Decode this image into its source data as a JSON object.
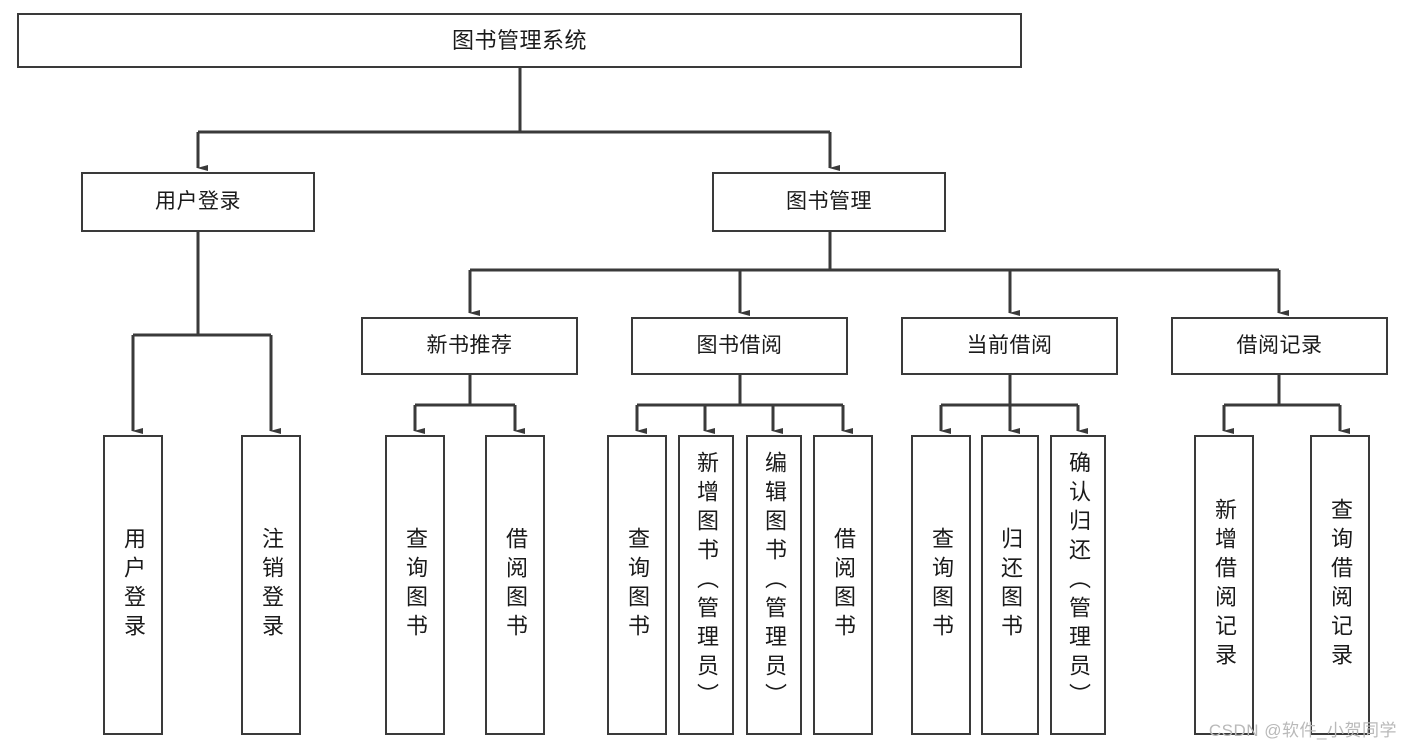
{
  "diagram": {
    "type": "tree-hierarchy",
    "title": "图书管理系统",
    "stroke_color": "#3a3a3a",
    "background_color": "#ffffff",
    "text_color": "#1a1a1a",
    "nodes": {
      "root": {
        "label": "图书管理系统",
        "level": 0
      },
      "l1": [
        {
          "id": "user-login",
          "label": "用户登录",
          "level": 1
        },
        {
          "id": "book-manage",
          "label": "图书管理",
          "level": 1
        }
      ],
      "l2": [
        {
          "id": "new-book-recommend",
          "label": "新书推荐",
          "level": 2,
          "parent": "book-manage"
        },
        {
          "id": "book-borrow",
          "label": "图书借阅",
          "level": 2,
          "parent": "book-manage"
        },
        {
          "id": "current-borrow",
          "label": "当前借阅",
          "level": 2,
          "parent": "book-manage"
        },
        {
          "id": "borrow-record",
          "label": "借阅记录",
          "level": 2,
          "parent": "book-manage"
        }
      ],
      "leaves": [
        {
          "id": "leaf-user-login",
          "label": "用户登录",
          "parent": "user-login",
          "align": "center"
        },
        {
          "id": "leaf-user-logout",
          "label": "注销登录",
          "parent": "user-login",
          "align": "center"
        },
        {
          "id": "leaf-query-book-1",
          "label": "查询图书",
          "parent": "new-book-recommend",
          "align": "center"
        },
        {
          "id": "leaf-borrow-book-1",
          "label": "借阅图书",
          "parent": "new-book-recommend",
          "align": "center"
        },
        {
          "id": "leaf-query-book-2",
          "label": "查询图书",
          "parent": "book-borrow",
          "align": "center"
        },
        {
          "id": "leaf-add-book",
          "label": "新增图书（管理员）",
          "parent": "book-borrow",
          "align": "top"
        },
        {
          "id": "leaf-edit-book",
          "label": "编辑图书（管理员）",
          "parent": "book-borrow",
          "align": "top"
        },
        {
          "id": "leaf-borrow-book-2",
          "label": "借阅图书",
          "parent": "book-borrow",
          "align": "center"
        },
        {
          "id": "leaf-query-book-3",
          "label": "查询图书",
          "parent": "current-borrow",
          "align": "center"
        },
        {
          "id": "leaf-return-book",
          "label": "归还图书",
          "parent": "current-borrow",
          "align": "center"
        },
        {
          "id": "leaf-confirm-return",
          "label": "确认归还（管理员）",
          "parent": "current-borrow",
          "align": "top"
        },
        {
          "id": "leaf-add-record",
          "label": "新增借阅记录",
          "parent": "borrow-record",
          "align": "center"
        },
        {
          "id": "leaf-query-record",
          "label": "查询借阅记录",
          "parent": "borrow-record",
          "align": "center"
        }
      ]
    }
  },
  "watermark": {
    "text": "CSDN @软件_小贺同学"
  }
}
